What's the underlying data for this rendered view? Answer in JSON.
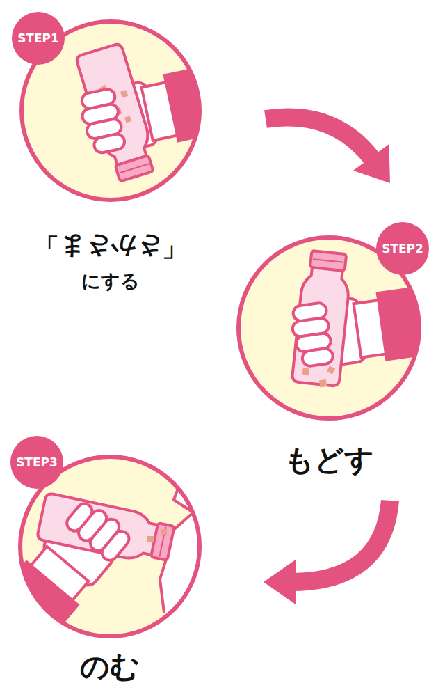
{
  "diagram": {
    "nodes": [
      {
        "text": [
          "STEP1",
          "「さかさま」",
          "にする"
        ]
      },
      {
        "text": [
          "STEP2",
          "もどす"
        ]
      },
      {
        "text": [
          "STEP3",
          "のむ"
        ]
      }
    ],
    "edges": [
      {
        "from": 0,
        "to": 1,
        "arrow": "to"
      },
      {
        "from": 1,
        "to": 2,
        "arrow": "to"
      }
    ]
  }
}
